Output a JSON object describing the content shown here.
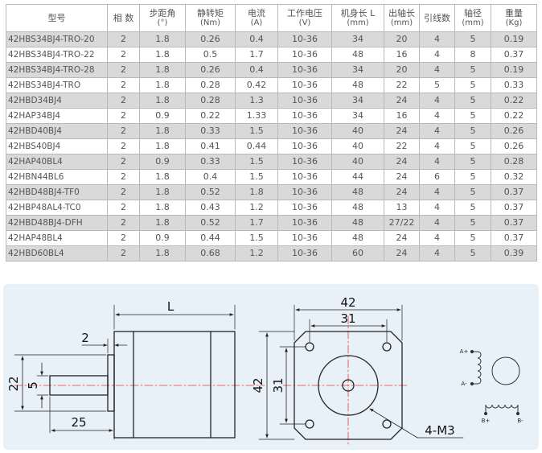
{
  "table": {
    "headers": [
      {
        "label": "型号",
        "unit": ""
      },
      {
        "label": "相 数",
        "unit": ""
      },
      {
        "label": "步距角",
        "unit": "(°)"
      },
      {
        "label": "静转矩",
        "unit": "(Nm)"
      },
      {
        "label": "电流",
        "unit": "(A)"
      },
      {
        "label": "工作电压",
        "unit": "(V)"
      },
      {
        "label": "机身长 L",
        "unit": "(mm)"
      },
      {
        "label": "出轴长",
        "unit": "(mm)"
      },
      {
        "label": "引线数",
        "unit": ""
      },
      {
        "label": "轴径",
        "unit": "(mm)"
      },
      {
        "label": "重量",
        "unit": "(Kg)"
      }
    ],
    "rows": [
      [
        "42HBS34BJ4-TRO-20",
        "2",
        "1.8",
        "0.26",
        "0.4",
        "10-36",
        "34",
        "20",
        "4",
        "5",
        "0.19"
      ],
      [
        "42HBS34BJ4-TRO-22",
        "2",
        "1.8",
        "0.5",
        "1.7",
        "10-36",
        "48",
        "16",
        "4",
        "8",
        "0.37"
      ],
      [
        "42HBS34BJ4-TRO-28",
        "2",
        "1.8",
        "0.26",
        "0.4",
        "10-36",
        "34",
        "20",
        "4",
        "5",
        "0.19"
      ],
      [
        "42HBS34BJ4-TRO",
        "2",
        "1.8",
        "0.28",
        "0.42",
        "10-36",
        "48",
        "22",
        "5",
        "5",
        "0.33"
      ],
      [
        "42HBD34BJ4",
        "2",
        "1.8",
        "0.28",
        "1.3",
        "10-36",
        "34",
        "24",
        "4",
        "5",
        "0.22"
      ],
      [
        "42HAP34BJ4",
        "2",
        "0.9",
        "0.22",
        "1.33",
        "10-36",
        "34",
        "16",
        "4",
        "5",
        "0.22"
      ],
      [
        "42HBD40BJ4",
        "2",
        "1.8",
        "0.33",
        "1.5",
        "10-36",
        "40",
        "24",
        "4",
        "5",
        "0.26"
      ],
      [
        "42HBS40BJ4",
        "2",
        "1.8",
        "0.41",
        "0.44",
        "10-36",
        "40",
        "22",
        "4",
        "5",
        "0.26"
      ],
      [
        "42HAP40BL4",
        "2",
        "0.9",
        "0.33",
        "1.5",
        "10-36",
        "40",
        "24",
        "4",
        "5",
        "0.28"
      ],
      [
        "42HBN44BL6",
        "2",
        "1.8",
        "0.4",
        "1.5",
        "10-36",
        "44",
        "24",
        "6",
        "5",
        "0.32"
      ],
      [
        "42HBD48BJ4-TF0",
        "2",
        "1.8",
        "0.52",
        "1.8",
        "10-36",
        "48",
        "24",
        "4",
        "5",
        "0.37"
      ],
      [
        "42HBP48AL4-TC0",
        "2",
        "1.8",
        "0.43",
        "1.2",
        "10-36",
        "48",
        "13",
        "4",
        "5",
        "0.37"
      ],
      [
        "42HBD48BJ4-DFH",
        "2",
        "1.8",
        "0.52",
        "1.7",
        "10-36",
        "48",
        "27/22",
        "4",
        "5",
        "0.37"
      ],
      [
        "42HAP48BL4",
        "2",
        "0.9",
        "0.44",
        "1.5",
        "10-36",
        "48",
        "24",
        "4",
        "5",
        "0.37"
      ],
      [
        "42HBD60BL4",
        "2",
        "1.8",
        "0.68",
        "1.2",
        "10-36",
        "60",
        "24",
        "4",
        "5",
        "0.39"
      ]
    ]
  },
  "drawing": {
    "side_view": {
      "dim_L": "L",
      "dim_2": "2",
      "dim_22": "22",
      "dim_5": "5",
      "dim_25": "25"
    },
    "front_view": {
      "dim_42_top": "42",
      "dim_31_top": "31",
      "dim_42_side": "42",
      "dim_31_side": "31",
      "hole_callout": "4-M3"
    },
    "wiring": {
      "a_plus": "A+",
      "a_minus": "A-",
      "b_plus": "B+",
      "b_minus": "B-"
    }
  },
  "colors": {
    "row_shade": "#d9d9d9",
    "border": "#b9b9b9",
    "drawing_bg": "#e9f1f8",
    "centerline": "#e04040",
    "line": "#222222"
  }
}
